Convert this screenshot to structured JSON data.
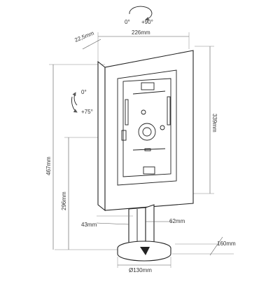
{
  "diagram": {
    "rotation_top": {
      "start": "0°",
      "end": "+90°"
    },
    "rotation_side": {
      "start": "0°",
      "end": "+75°"
    },
    "dimensions": {
      "depth_top": "22,5mm",
      "width_top": "226mm",
      "height_panel": "339mm",
      "height_total": "467mm",
      "height_base": "296mm",
      "post_depth": "62mm",
      "post_width": "43mm",
      "base_depth": "160mm",
      "base_diameter": "Ø130mm"
    }
  }
}
